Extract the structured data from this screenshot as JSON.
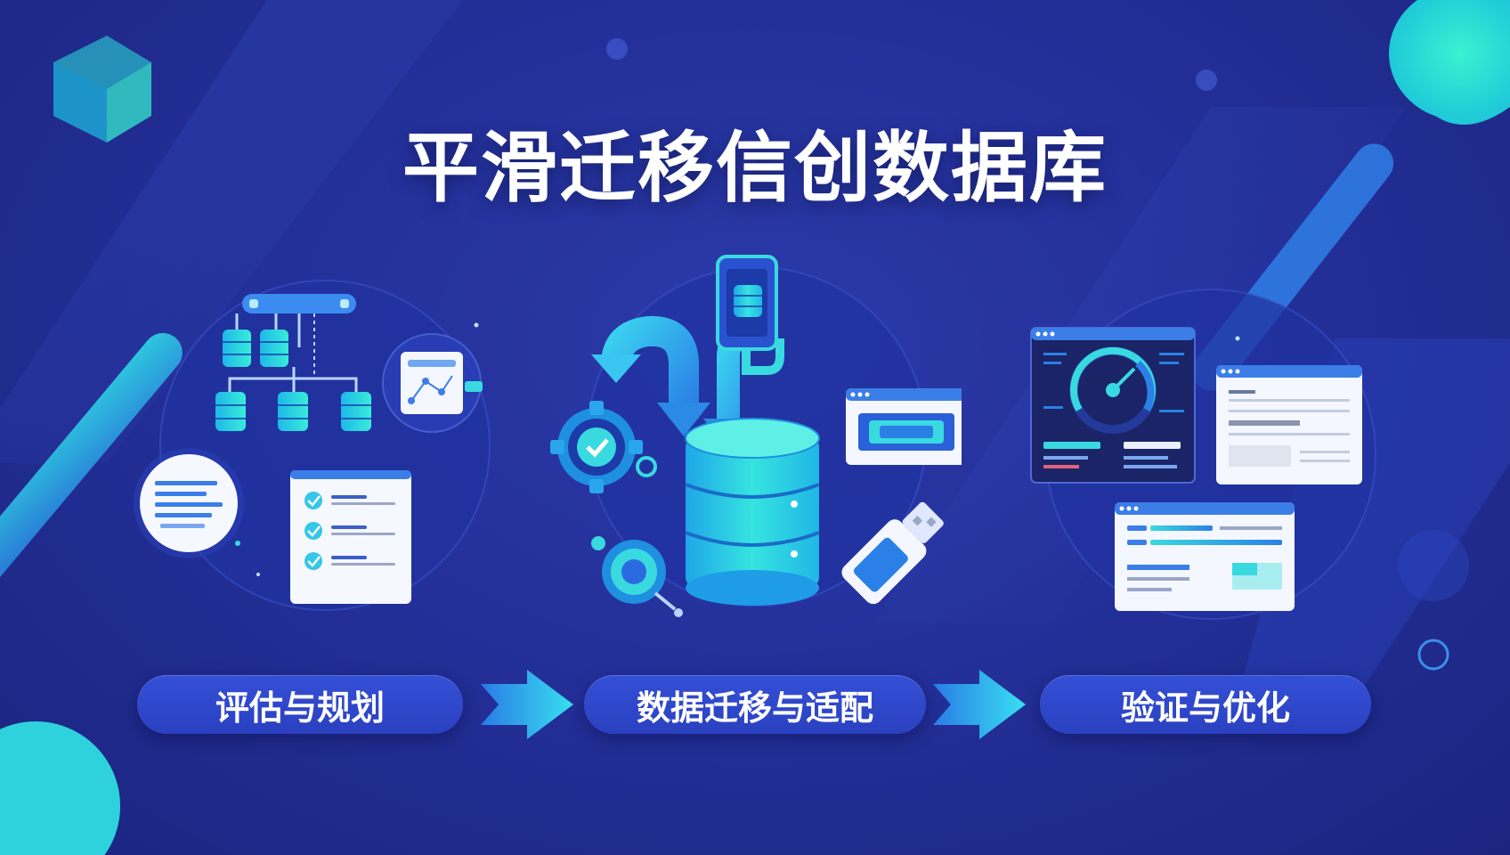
{
  "title": "平滑迁移信创数据库",
  "steps": [
    {
      "label": "评估与规划"
    },
    {
      "label": "数据迁移与适配"
    },
    {
      "label": "验证与优化"
    }
  ],
  "colors": {
    "background": "#24309a",
    "accent_cyan": "#22e6d0",
    "accent_blue": "#1e8cff",
    "pill": "#2f48cc",
    "text": "#ffffff"
  },
  "icons": [
    "database-topology-icon",
    "network-diagram-icon",
    "text-bubble-icon",
    "checklist-document-icon",
    "gear-check-icon",
    "loop-arrow-icon",
    "database-stack-icon",
    "smartphone-database-icon",
    "browser-window-icon",
    "usb-drive-icon",
    "target-gear-icon",
    "dashboard-gauge-icon",
    "report-window-icon",
    "data-table-window-icon"
  ]
}
